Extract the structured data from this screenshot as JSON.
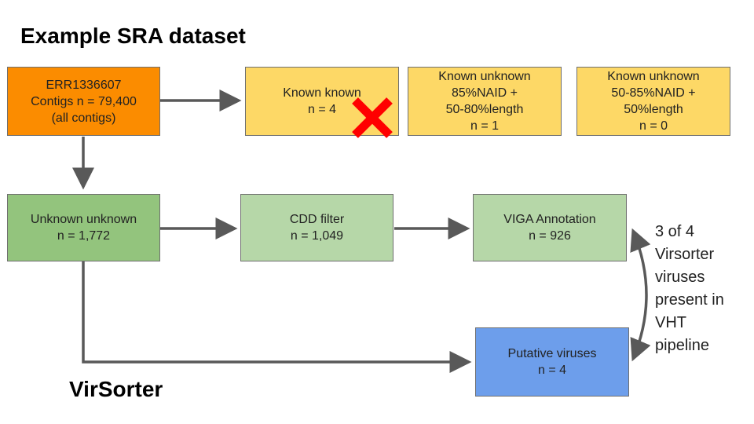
{
  "title": "Example SRA dataset",
  "subtitle": "VirSorter",
  "colors": {
    "orange": "#fb8c00",
    "yellow": "#fdd866",
    "green": "#93c47d",
    "light_green": "#b6d7a8",
    "blue": "#6d9eeb",
    "arrow": "#595959",
    "cross": "#ff0000"
  },
  "boxes": {
    "sra": {
      "lines": [
        "ERR1336607",
        "Contigs n = 79,400",
        "(all contigs)"
      ]
    },
    "known_known": {
      "lines": [
        "Known known",
        "n = 4"
      ]
    },
    "known_unknown_85": {
      "lines": [
        "Known unknown",
        "85%NAID +",
        "50-80%length",
        "n = 1"
      ]
    },
    "known_unknown_50": {
      "lines": [
        "Known unknown",
        "50-85%NAID +",
        "50%length",
        "n = 0"
      ]
    },
    "unknown_unknown": {
      "lines": [
        "Unknown unknown",
        "n = 1,772"
      ]
    },
    "cdd_filter": {
      "lines": [
        "CDD filter",
        "n = 1,049"
      ]
    },
    "viga_annotation": {
      "lines": [
        "VIGA Annotation",
        "n = 926"
      ]
    },
    "putative_viruses": {
      "lines": [
        "Putative viruses",
        "n = 4"
      ]
    }
  },
  "side_note": {
    "lines": [
      "3 of 4",
      "Virsorter",
      "viruses",
      "present in",
      "VHT",
      "pipeline"
    ]
  },
  "icons": {
    "excluded": "red-cross-icon"
  }
}
